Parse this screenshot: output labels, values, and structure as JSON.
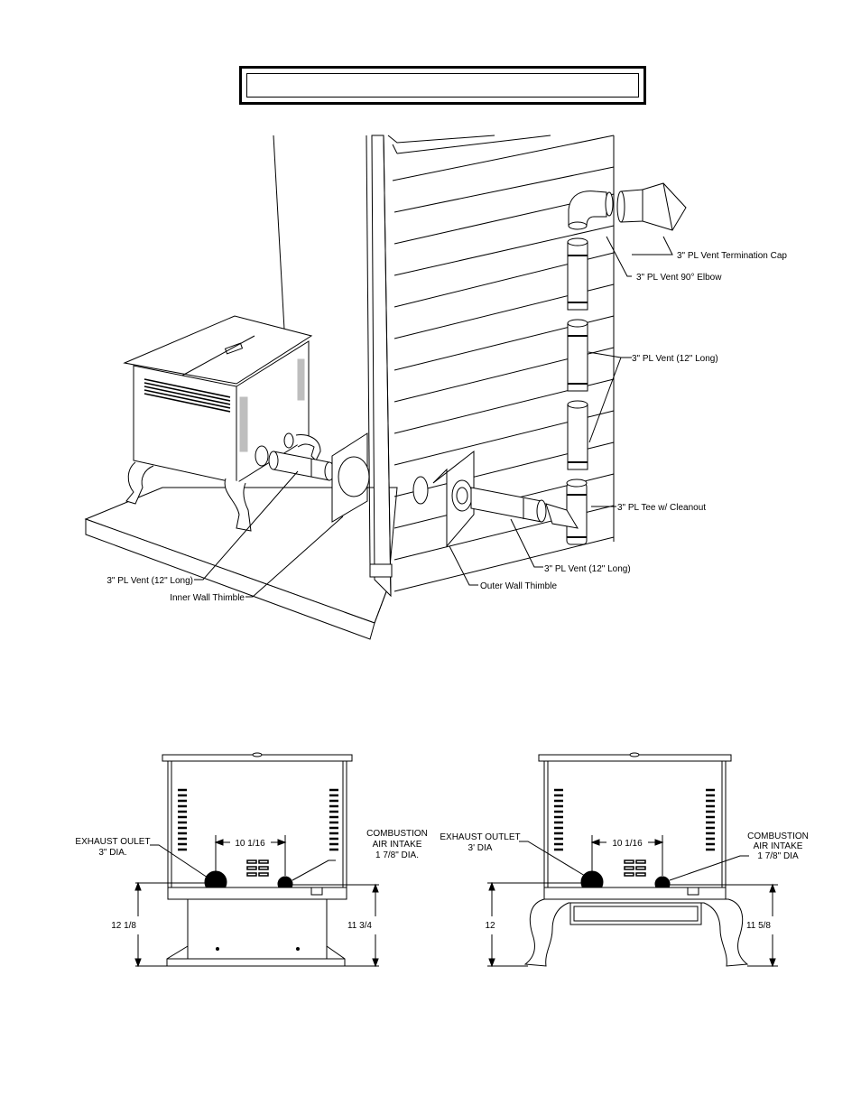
{
  "header": {
    "title": ""
  },
  "install_diagram": {
    "labels": {
      "termination_cap": "3\" PL Vent Termination Cap",
      "elbow": "3\" PL Vent 90° Elbow",
      "vent_upper": "3\" PL Vent (12\" Long)",
      "tee": "3\" PL Tee w/ Cleanout",
      "vent_outer": "3\" PL Vent (12\" Long)",
      "outer_thimble": "Outer Wall Thimble",
      "vent_inner": "3\" PL Vent (12\" Long)",
      "inner_thimble": "Inner Wall Thimble"
    }
  },
  "left_view": {
    "exhaust_label_1": "EXHAUST OULET",
    "exhaust_label_2": "3\" DIA.",
    "intake_label_1": "COMBUSTION",
    "intake_label_2": "AIR INTAKE",
    "intake_label_3": "1 7/8\" DIA.",
    "spacing": "10 1/16",
    "height_left": "12 1/8",
    "height_right": "11 3/4"
  },
  "right_view": {
    "exhaust_label_1": "EXHAUST OUTLET",
    "exhaust_label_2": "3' DIA",
    "intake_label_1": "COMBUSTION",
    "intake_label_2": "AIR INTAKE",
    "intake_label_3": "1 7/8\" DIA",
    "spacing": "10 1/16",
    "height_left": "12",
    "height_right": "11 5/8"
  }
}
